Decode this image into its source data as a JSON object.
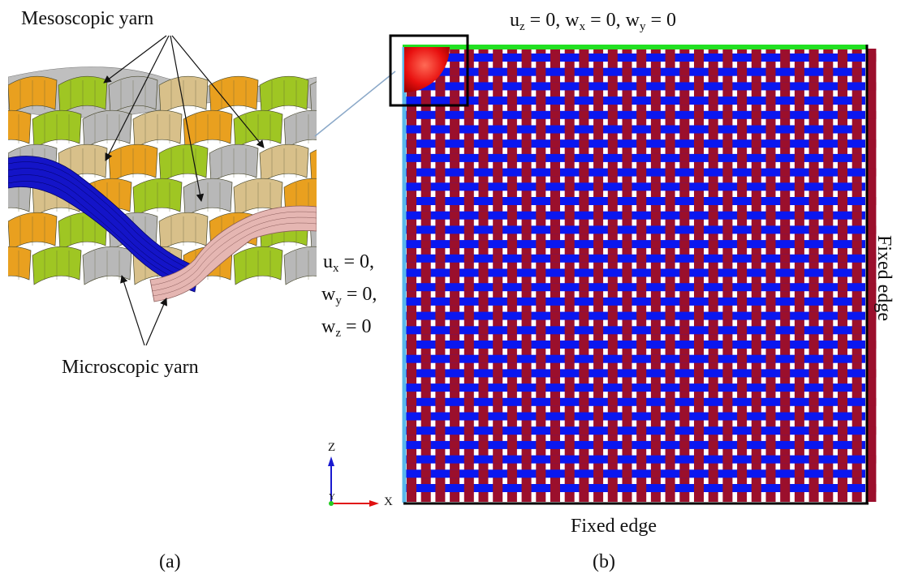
{
  "panel_a": {
    "label": "(a)",
    "mesoscopic_label": "Mesoscopic yarn",
    "microscopic_label": "Microscopic yarn"
  },
  "panel_b": {
    "label": "(b)",
    "top_bc": {
      "u": "u",
      "u_sub": "z",
      "eq1": " = 0, ",
      "w1": "w",
      "w1_sub": "x",
      "eq2": " = 0, ",
      "w2": "w",
      "w2_sub": "y",
      "eq3": " = 0"
    },
    "left_bc": [
      {
        "sym": "u",
        "sub": "x",
        "tail": " = 0,"
      },
      {
        "sym": "w",
        "sub": "y",
        "tail": " = 0,"
      },
      {
        "sym": "w",
        "sub": "z",
        "tail": " = 0"
      }
    ],
    "bottom_edge_label": "Fixed edge",
    "right_edge_label": "Fixed edge",
    "axis": {
      "z": "Z",
      "x": "X",
      "y": "Y"
    }
  },
  "colors": {
    "warp": "#9b0f2c",
    "weft": "#0a17f0",
    "top_edge": "#22e022",
    "left_edge": "#5ab8ea",
    "projectile": "#e8100f",
    "micro_blue": "#1212c8",
    "micro_pink": "#e3b3b0",
    "meso_orange": "#e9a01f",
    "meso_green": "#9fc623",
    "meso_gray": "#b8b8b8"
  }
}
